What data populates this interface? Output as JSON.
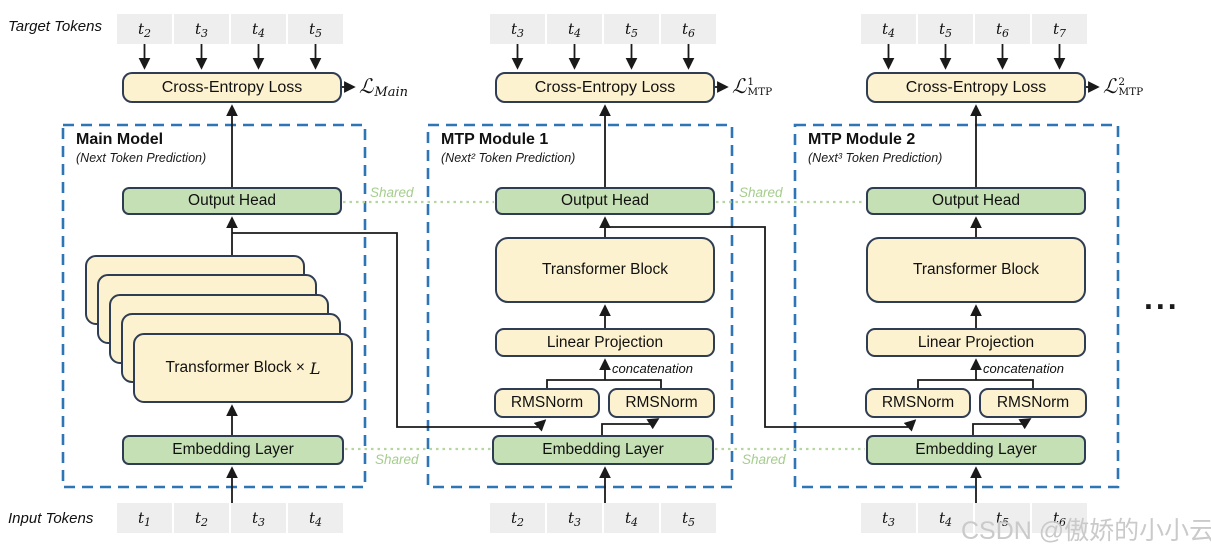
{
  "colors": {
    "box_yellow": "#fdf2cf",
    "box_green": "#c5e0b4",
    "box_border": "#2f3d54",
    "dashed_blue": "#2e75b6",
    "shared_green": "#a5cd8d",
    "token_gray": "#eeeeee",
    "line_black": "#1a1a1a",
    "watermark_gray": "#cacaca"
  },
  "row_labels": {
    "target": "Target Tokens",
    "input": "Input Tokens"
  },
  "tokens": {
    "base": "t",
    "target_main": [
      "2",
      "3",
      "4",
      "5"
    ],
    "target_mtp1": [
      "3",
      "4",
      "5",
      "6"
    ],
    "target_mtp2": [
      "4",
      "5",
      "6",
      "7"
    ],
    "input_main": [
      "1",
      "2",
      "3",
      "4"
    ],
    "input_mtp1": [
      "2",
      "3",
      "4",
      "5"
    ],
    "input_mtp2": [
      "3",
      "4",
      "5",
      "6"
    ]
  },
  "loss": {
    "cross_entropy_label": "Cross-Entropy Loss",
    "items": [
      {
        "symbol": "ℒ",
        "sup": "",
        "sub": "Main"
      },
      {
        "symbol": "ℒ",
        "sup": "1",
        "sub": "MTP"
      },
      {
        "symbol": "ℒ",
        "sup": "2",
        "sub": "MTP"
      }
    ]
  },
  "modules": [
    {
      "title": "Main Model",
      "subtitle": "(Next Token Prediction)",
      "output_head": "Output Head",
      "stack_label_prefix": "Transformer Block ×",
      "stack_label_var": "L",
      "embedding": "Embedding Layer"
    },
    {
      "title": "MTP Module 1",
      "subtitle": "(Next² Token Prediction)",
      "output_head": "Output Head",
      "transformer_block": "Transformer Block",
      "linear_projection": "Linear Projection",
      "concatenation": "concatenation",
      "rmsnorm_left": "RMSNorm",
      "rmsnorm_right": "RMSNorm",
      "embedding": "Embedding Layer"
    },
    {
      "title": "MTP Module 2",
      "subtitle": "(Next³ Token Prediction)",
      "output_head": "Output Head",
      "transformer_block": "Transformer Block",
      "linear_projection": "Linear Projection",
      "concatenation": "concatenation",
      "rmsnorm_left": "RMSNorm",
      "rmsnorm_right": "RMSNorm",
      "embedding": "Embedding Layer"
    }
  ],
  "shared_labels": [
    "Shared",
    "Shared",
    "Shared",
    "Shared"
  ],
  "ellipsis": "...",
  "watermark": "CSDN @傲娇的小小云"
}
